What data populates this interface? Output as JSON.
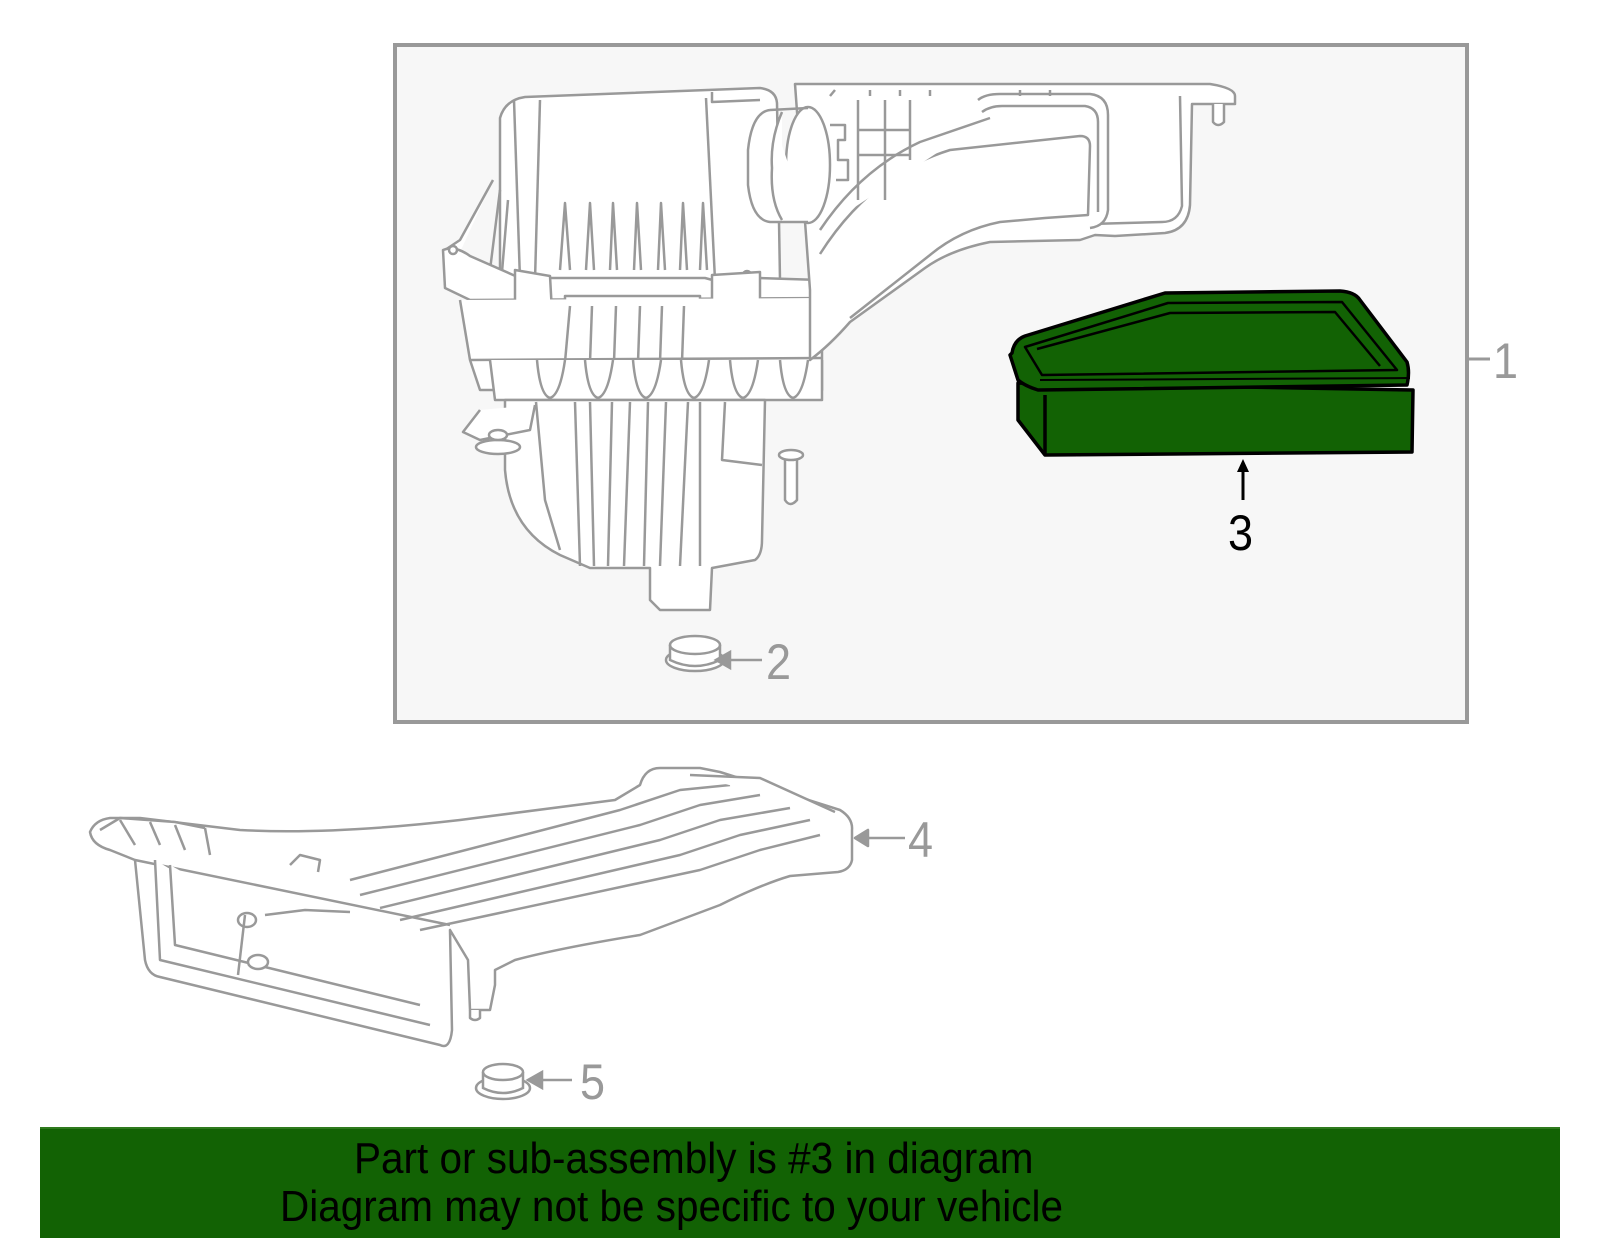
{
  "diagram": {
    "assembly_box": {
      "border_color": "#999999",
      "fill_color": "#f7f7f7"
    },
    "highlight_color": "#126204",
    "line_color": "#999999",
    "callouts": [
      {
        "number": "1",
        "part": "air-cleaner-assembly",
        "highlighted": false
      },
      {
        "number": "2",
        "part": "grommet-upper",
        "highlighted": false
      },
      {
        "number": "3",
        "part": "air-filter-element",
        "highlighted": true
      },
      {
        "number": "4",
        "part": "air-intake-duct",
        "highlighted": false
      },
      {
        "number": "5",
        "part": "grommet-lower",
        "highlighted": false
      }
    ]
  },
  "banner": {
    "background_color": "#126204",
    "line1": "Part or sub-assembly is #3 in diagram",
    "line2": "Diagram may not be specific to your vehicle"
  }
}
